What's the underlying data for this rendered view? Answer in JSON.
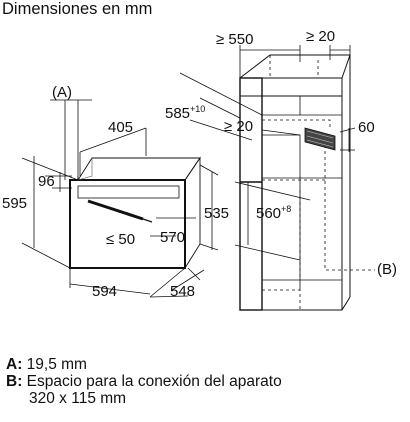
{
  "title": "Dimensiones en mm",
  "oven_dimensions": {
    "marker_a": "(A)",
    "width_405": "405",
    "height_96": "96",
    "height_595": "595",
    "clearance_50": "≤ 50",
    "height_535": "535",
    "height_570": "570",
    "width_594": "594",
    "depth_548": "548"
  },
  "cabinet_dimensions": {
    "width_550": "≥ 550",
    "gap_20_top": "≥ 20",
    "depth_585": "585",
    "depth_585_sup": "+10",
    "gap_20_mid": "≥ 20",
    "width_60": "60",
    "height_560": "560",
    "height_560_sup": "+8",
    "marker_b": "(B)"
  },
  "legend": {
    "a_key": "A:",
    "a_text": "19,5 mm",
    "b_key": "B:",
    "b_text": "Espacio para la conexión del aparato",
    "b_text_2": "320 x 115 mm"
  }
}
